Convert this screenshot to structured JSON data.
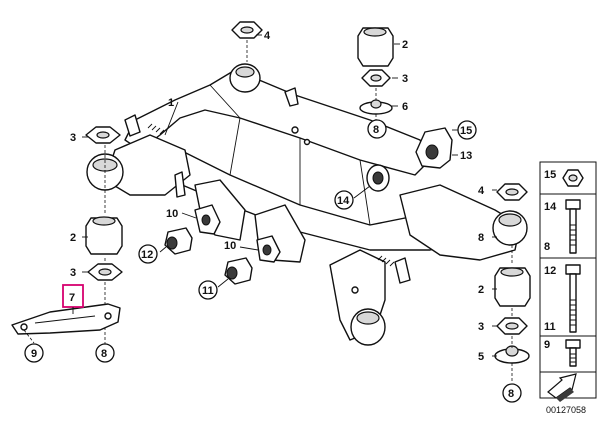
{
  "callouts": {
    "c1": "1",
    "c2a": "2",
    "c2b": "2",
    "c2c": "2",
    "c3a": "3",
    "c3b": "3",
    "c3c": "3",
    "c3d": "3",
    "c4a": "4",
    "c4b": "4",
    "c5": "5",
    "c6": "6",
    "c7": "7",
    "c8a": "8",
    "c8b": "8",
    "c8c": "8",
    "c8d": "8",
    "c9": "9",
    "c10a": "10",
    "c10b": "10",
    "c11": "11",
    "c12": "12",
    "c13": "13",
    "c14": "14",
    "c15": "15"
  },
  "legend": {
    "r1": "15",
    "r2": "14",
    "r3": "8",
    "r4": "12",
    "r5": "11",
    "r6": "9"
  },
  "reference_number": "00127058",
  "highlight_color": "#d6006f"
}
